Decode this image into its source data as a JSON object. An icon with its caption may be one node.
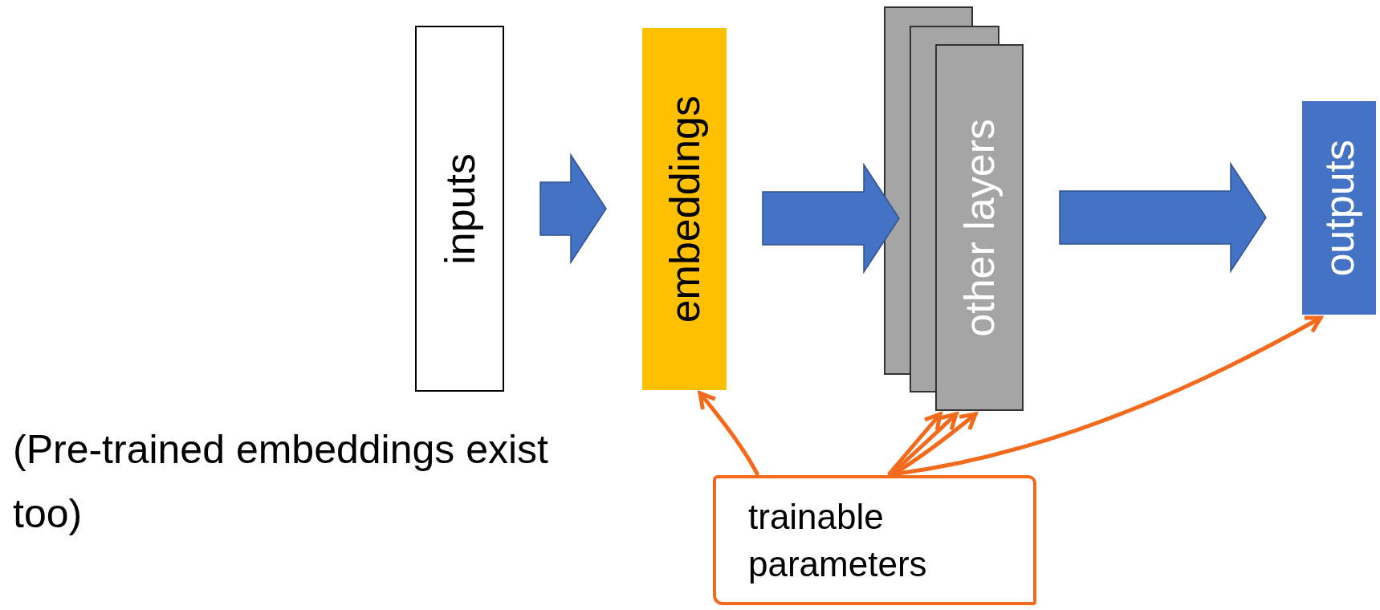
{
  "diagram": {
    "nodes": [
      {
        "text": [
          "inputs"
        ]
      },
      {
        "text": [
          "embeddings"
        ]
      },
      {
        "text": [
          "other layers"
        ]
      },
      {
        "text": [
          "outputs"
        ]
      },
      {
        "text": [
          "trainable parameters"
        ]
      }
    ],
    "edges": [
      {
        "from": 0,
        "to": 1,
        "arrow": "to",
        "style": "thick",
        "color": "#4472c4"
      },
      {
        "from": 1,
        "to": 2,
        "arrow": "to",
        "style": "thick",
        "color": "#4472c4"
      },
      {
        "from": 2,
        "to": 3,
        "arrow": "to",
        "style": "thick",
        "color": "#4472c4"
      },
      {
        "from": 4,
        "to": 1,
        "arrow": "to"
      },
      {
        "from": 4,
        "to": 2,
        "arrow": "to"
      },
      {
        "from": 4,
        "to": 2,
        "arrow": "to"
      },
      {
        "from": 4,
        "to": 2,
        "arrow": "to"
      },
      {
        "from": 4,
        "to": 3,
        "arrow": "to"
      }
    ],
    "labels": [
      "(Pre-trained embeddings exist too)"
    ]
  }
}
